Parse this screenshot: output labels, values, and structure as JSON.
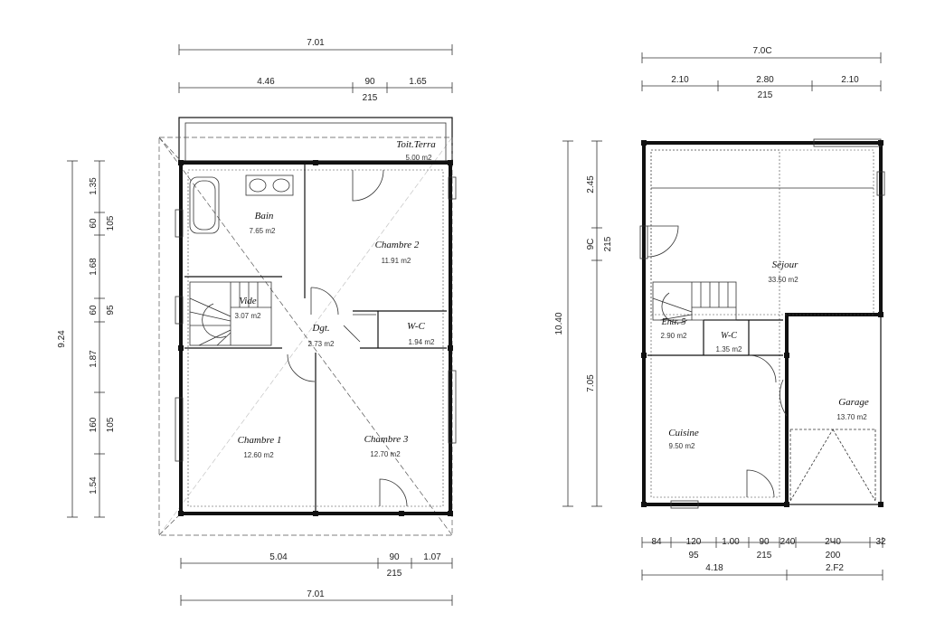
{
  "plan_upper": {
    "dims_top": {
      "overall": "7.01",
      "left": "4.46",
      "mid": "90",
      "right": "1.65",
      "sub": "215"
    },
    "dims_left": {
      "overall": "9.24",
      "seg1": "1.35",
      "seg2": "60",
      "seg2b": "105",
      "seg3": "1.68",
      "seg4": "60",
      "seg4b": "95",
      "seg5": "1.87",
      "seg6": "160",
      "seg6b": "105",
      "seg7": "1.54"
    },
    "dims_bottom": {
      "left": "5.04",
      "mid": "90",
      "right": "1.07",
      "sub": "215",
      "overall": "7.01"
    },
    "rooms": {
      "terrace": {
        "name": "Toit.Terra",
        "area": "5.00 m2"
      },
      "bain": {
        "name": "Bain",
        "area": "7.65 m2"
      },
      "chambre2": {
        "name": "Chambre 2",
        "area": "11.91 m2"
      },
      "vide": {
        "name": "Vide",
        "area": "3.07 m2"
      },
      "dgt": {
        "name": "Dgt.",
        "area": "2.73 m2"
      },
      "wc": {
        "name": "W-C",
        "area": "1.94 m2"
      },
      "chambre1": {
        "name": "Chambre 1",
        "area": "12.60 m2"
      },
      "chambre3": {
        "name": "Chambre 3",
        "area": "12.70 m2"
      }
    }
  },
  "plan_ground": {
    "dims_top": {
      "overall": "7.0C",
      "left": "2.10",
      "mid": "2.80",
      "right": "2.10",
      "sub": "215"
    },
    "dims_left": {
      "overall": "10.40",
      "seg1": "2.45",
      "seg2": "9C",
      "seg2b": "215",
      "seg3": "7.05"
    },
    "dims_bottom": {
      "s1": "84",
      "s2": "120",
      "s3": "1.00",
      "s4": "90",
      "s5": "240",
      "s6": "2Ч0",
      "s7": "32",
      "sub1": "95",
      "sub2": "215",
      "sub3": "200",
      "tot1": "4.18",
      "tot2": "2.F2"
    },
    "rooms": {
      "sejour": {
        "name": "Séjour",
        "area": "33.50 m2"
      },
      "entree": {
        "name": "Entr. 5",
        "area": "2.90 m2"
      },
      "wc": {
        "name": "W-C",
        "area": "1.35 m2"
      },
      "cuisine": {
        "name": "Cuisine",
        "area": "9.50 m2"
      },
      "garage": {
        "name": "Garage",
        "area": "13.70 m2"
      }
    }
  }
}
